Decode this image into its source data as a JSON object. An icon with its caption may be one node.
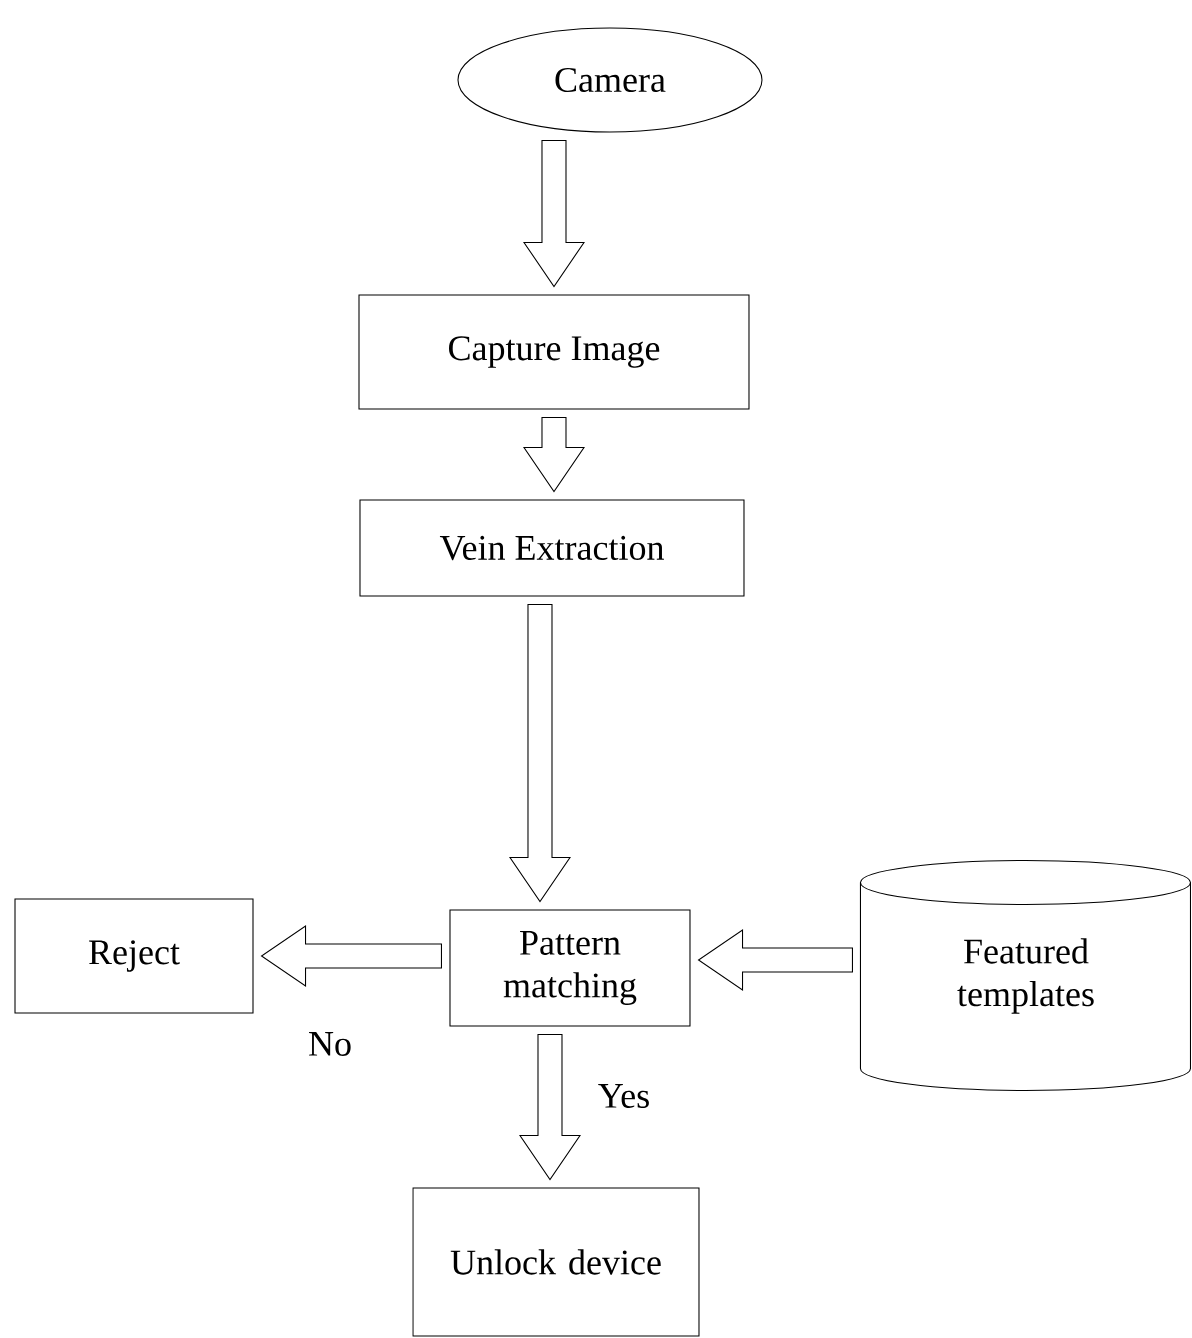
{
  "diagram": {
    "nodes": [
      {
        "text": [
          "Camera"
        ]
      },
      {
        "text": [
          "Capture Image"
        ]
      },
      {
        "text": [
          "Vein Extraction"
        ]
      },
      {
        "text": [
          "Pattern matching"
        ]
      },
      {
        "text": [
          "Featured templates"
        ]
      },
      {
        "text": [
          "Reject"
        ]
      },
      {
        "text": [
          "Unlock device"
        ]
      }
    ],
    "edges": [
      {
        "from": 0,
        "to": 1,
        "arrow": "to"
      },
      {
        "from": 1,
        "to": 2,
        "arrow": "to"
      },
      {
        "from": 2,
        "to": 3,
        "arrow": "to"
      },
      {
        "from": 4,
        "to": 3,
        "arrow": "to"
      },
      {
        "from": 3,
        "to": 5,
        "arrow": "to",
        "label": "No"
      },
      {
        "from": 3,
        "to": 6,
        "arrow": "to",
        "label": "Yes"
      }
    ]
  }
}
